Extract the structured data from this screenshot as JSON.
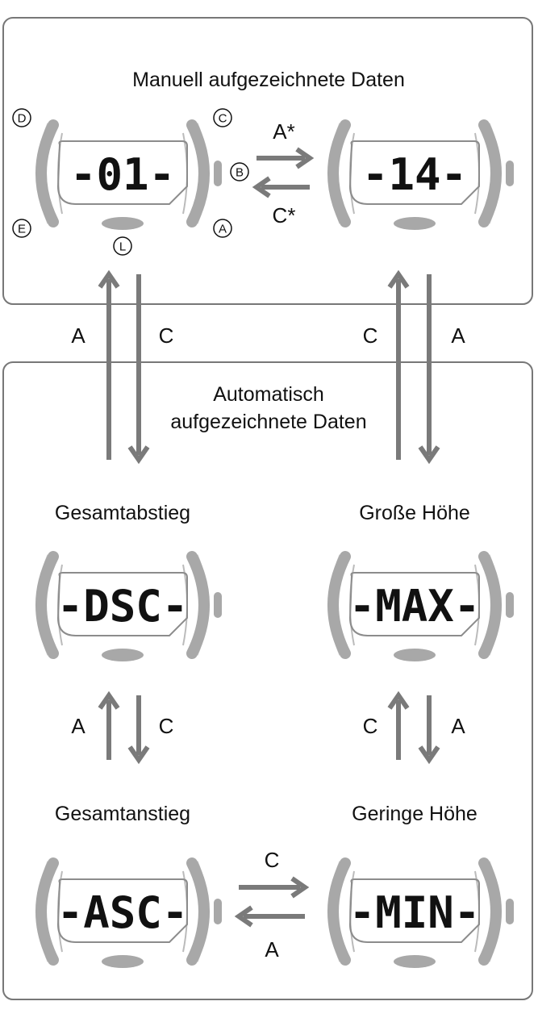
{
  "sections": {
    "manual_title": "Manuell aufgezeichnete Daten",
    "auto_title_line1": "Automatisch",
    "auto_title_line2": "aufgezeichnete Daten"
  },
  "watches": {
    "manual_first": {
      "display": "-01-"
    },
    "manual_last": {
      "display": "-14-"
    },
    "total_descent": {
      "label": "Gesamtabstieg",
      "display": "-DSC-"
    },
    "high_altitude": {
      "label": "Große Höhe",
      "display": "-MAX-"
    },
    "total_ascent": {
      "label": "Gesamtanstieg",
      "display": "-ASC-"
    },
    "low_altitude": {
      "label": "Geringe Höhe",
      "display": "-MIN-"
    }
  },
  "buttons": {
    "d": "D",
    "c": "C",
    "b": "B",
    "e": "E",
    "a": "A",
    "l": "L"
  },
  "arrows": {
    "manual_forward": "A*",
    "manual_back": "C*",
    "left_up": "A",
    "left_down": "C",
    "right_up": "C",
    "right_down": "A",
    "dsc_up": "A",
    "dsc_down": "C",
    "max_up": "C",
    "max_down": "A",
    "bottom_right": "C",
    "bottom_left": "A"
  },
  "colors": {
    "bezel": "#a8a8a8",
    "arrow": "#7a7a7a",
    "frame": "#777777"
  }
}
